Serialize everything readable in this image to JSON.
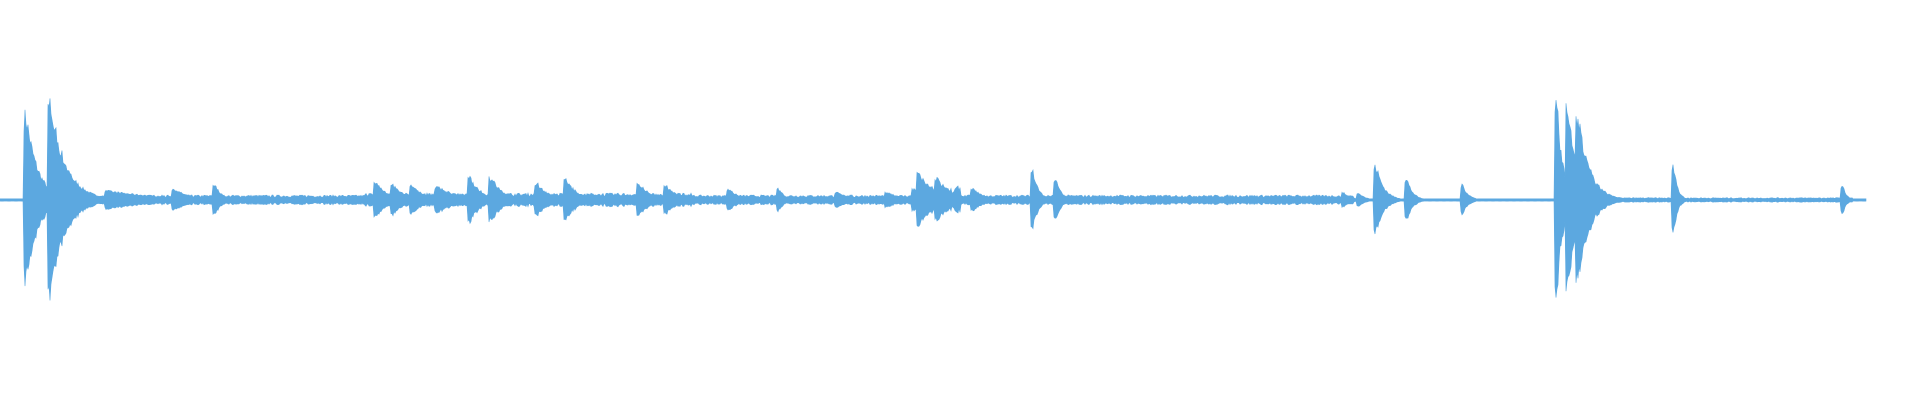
{
  "waveform": {
    "color": "#5ca8e0",
    "background": "#ffffff",
    "bursts": [
      {
        "t": 0.0138,
        "amp": 0.46,
        "decay": 0.006
      },
      {
        "t": 0.0265,
        "amp": 0.52,
        "decay": 0.008
      },
      {
        "t": 0.056,
        "amp": 0.05,
        "decay": 0.03
      },
      {
        "t": 0.091,
        "amp": 0.06,
        "decay": 0.008
      },
      {
        "t": 0.112,
        "amp": 0.08,
        "decay": 0.004
      },
      {
        "t": 0.196,
        "amp": 0.1,
        "decay": 0.006
      },
      {
        "t": 0.205,
        "amp": 0.08,
        "decay": 0.006
      },
      {
        "t": 0.215,
        "amp": 0.08,
        "decay": 0.006
      },
      {
        "t": 0.228,
        "amp": 0.07,
        "decay": 0.012
      },
      {
        "t": 0.245,
        "amp": 0.12,
        "decay": 0.006
      },
      {
        "t": 0.256,
        "amp": 0.12,
        "decay": 0.006
      },
      {
        "t": 0.28,
        "amp": 0.09,
        "decay": 0.006
      },
      {
        "t": 0.295,
        "amp": 0.11,
        "decay": 0.006
      },
      {
        "t": 0.333,
        "amp": 0.09,
        "decay": 0.006
      },
      {
        "t": 0.347,
        "amp": 0.08,
        "decay": 0.006
      },
      {
        "t": 0.38,
        "amp": 0.06,
        "decay": 0.005
      },
      {
        "t": 0.406,
        "amp": 0.06,
        "decay": 0.003
      },
      {
        "t": 0.436,
        "amp": 0.04,
        "decay": 0.01
      },
      {
        "t": 0.462,
        "amp": 0.04,
        "decay": 0.01
      },
      {
        "t": 0.479,
        "amp": 0.14,
        "decay": 0.008
      },
      {
        "t": 0.488,
        "amp": 0.12,
        "decay": 0.008
      },
      {
        "t": 0.507,
        "amp": 0.06,
        "decay": 0.006
      },
      {
        "t": 0.538,
        "amp": 0.16,
        "decay": 0.003
      },
      {
        "t": 0.55,
        "amp": 0.11,
        "decay": 0.003
      },
      {
        "t": 0.7,
        "amp": 0.04,
        "decay": 0.004
      },
      {
        "t": 0.708,
        "amp": 0.04,
        "decay": 0.003
      },
      {
        "t": 0.717,
        "amp": 0.18,
        "decay": 0.004
      },
      {
        "t": 0.733,
        "amp": 0.11,
        "decay": 0.003
      },
      {
        "t": 0.762,
        "amp": 0.08,
        "decay": 0.003
      },
      {
        "t": 0.811,
        "amp": 0.54,
        "decay": 0.003
      },
      {
        "t": 0.817,
        "amp": 0.5,
        "decay": 0.004
      },
      {
        "t": 0.822,
        "amp": 0.46,
        "decay": 0.006
      },
      {
        "t": 0.872,
        "amp": 0.18,
        "decay": 0.002
      },
      {
        "t": 0.96,
        "amp": 0.07,
        "decay": 0.002
      }
    ],
    "plateaus": [
      {
        "start": 0.052,
        "end": 0.705,
        "amp": 0.025
      },
      {
        "start": 0.19,
        "end": 0.36,
        "amp": 0.035
      },
      {
        "start": 0.475,
        "end": 0.5,
        "amp": 0.07
      },
      {
        "start": 0.83,
        "end": 0.965,
        "amp": 0.012
      }
    ],
    "baseline": 0.006,
    "end": 0.972
  }
}
